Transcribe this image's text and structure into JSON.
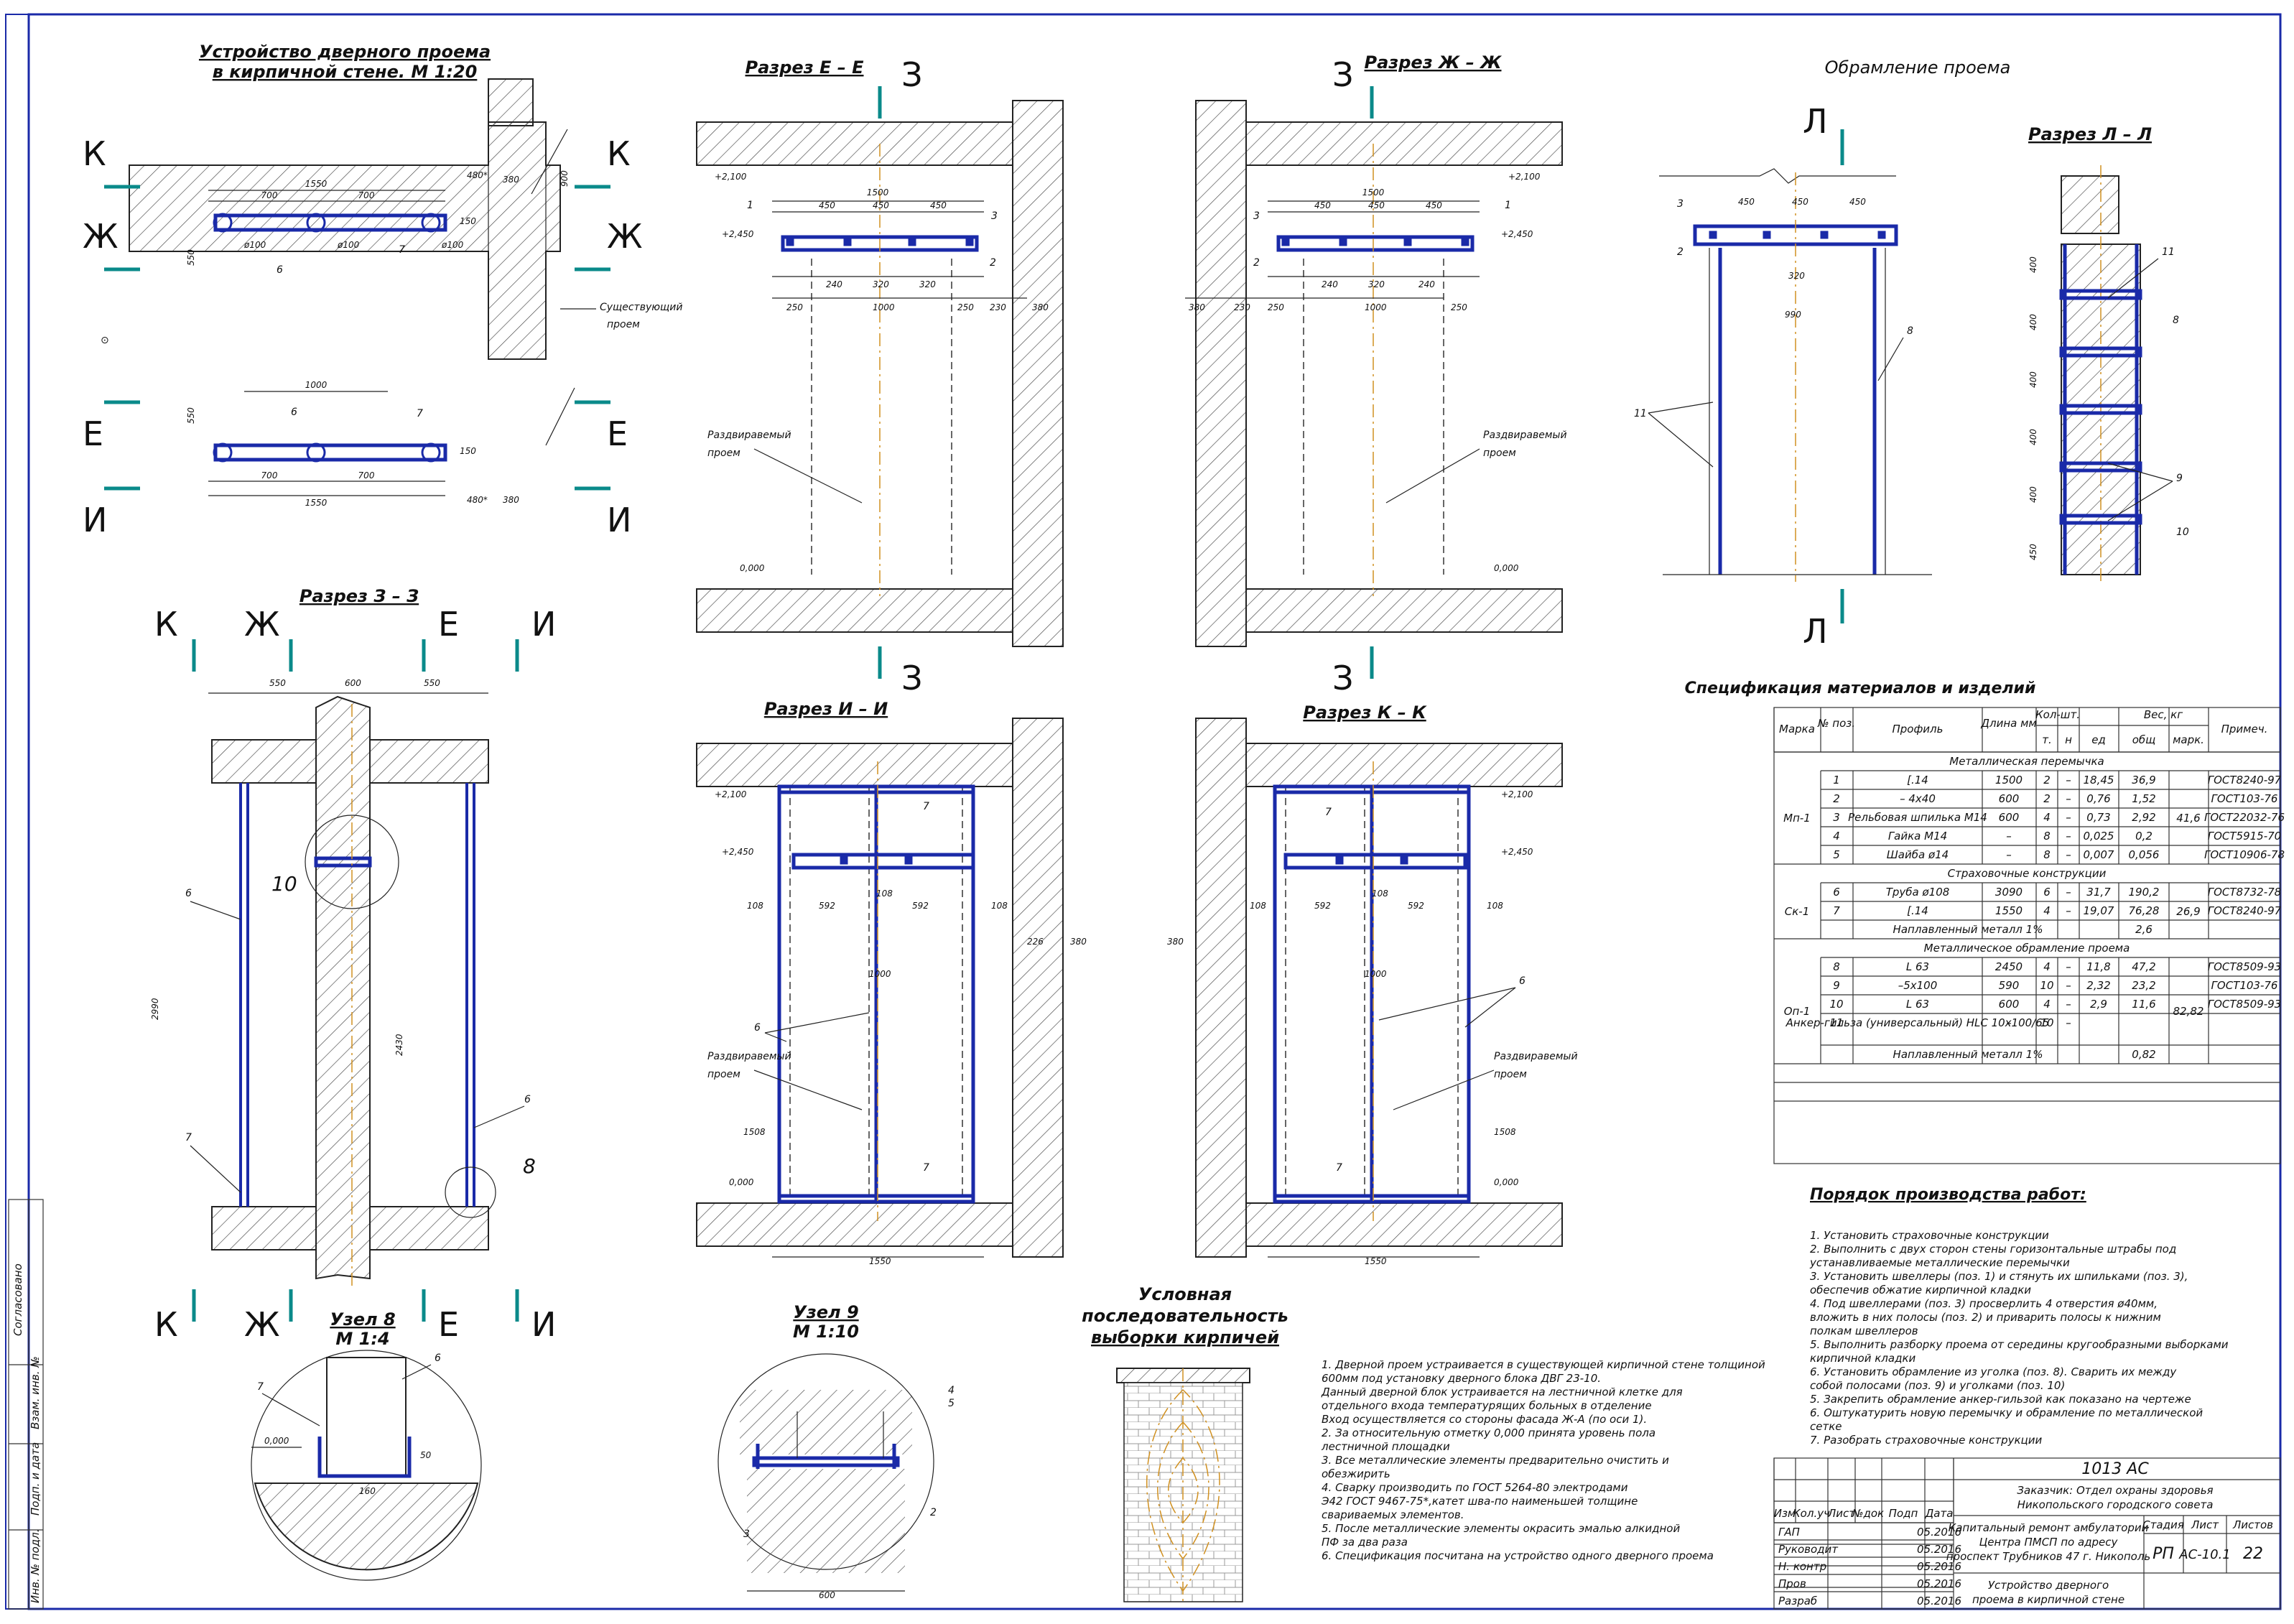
{
  "titles": {
    "door_device": "Устройство дверного проема",
    "door_device_2": "в кирпичной стене. М 1:20",
    "sec_ee": "Разрез Е – Е",
    "sec_zhzh": "Разрез Ж – Ж",
    "framing": "Обрамление проема",
    "sec_ll": "Разрез Л – Л",
    "sec_33": "Разрез З – З",
    "sec_ii": "Разрез И – И",
    "sec_kk": "Разрез К – К",
    "node8": "Узел 8",
    "node8_scale": "М 1:4",
    "node9": "Узел 9",
    "node9_scale": "М 1:10",
    "sequence_1": "Условная",
    "sequence_2": "последовательность",
    "sequence_3": "выборки кирпичей",
    "spec": "Спецификация материалов и изделий",
    "order": "Порядок производства работ:"
  },
  "labels": {
    "existing": "Существующий",
    "existing_2": "проем",
    "widened": "Раздвиравемый",
    "widened_2": "проем",
    "cut_3": "З",
    "cut_L": "Л",
    "cut_K": "К",
    "cut_Zh": "Ж",
    "cut_E": "Е",
    "cut_I": "И",
    "lvl_0": "0,000",
    "lvl_2450": "+2,450",
    "lvl_2100": "+2,100"
  },
  "dims": {
    "d1550": "1550",
    "d700": "700",
    "d1000": "1000",
    "d480": "480*",
    "d380": "380",
    "d900": "900",
    "d550": "550",
    "d600": "600",
    "d1500": "1500",
    "d450": "450",
    "d240": "240",
    "d320": "320",
    "d250": "250",
    "d230": "230",
    "d990": "990",
    "d400": "400",
    "d2990": "2990",
    "d2430": "2430",
    "d592": "592",
    "d108": "108",
    "d226": "226",
    "d1508": "1508",
    "d100": "ø100",
    "d150": "150"
  },
  "spec_table": {
    "headers": [
      "Марка",
      "№ поз.",
      "Профиль",
      "Длина мм",
      "Кол-шт.",
      "т.",
      "н",
      "ед",
      "общ",
      "марк.",
      "Вес, кг",
      "Примеч."
    ],
    "groups": [
      {
        "title": "Металлическая перемычка",
        "mark": "Мп-1",
        "total": "41,6",
        "rows": [
          [
            "1",
            "[.14",
            "1500",
            "2",
            "–",
            "18,45",
            "36,9",
            "ГОСТ8240-97"
          ],
          [
            "2",
            "– 4х40",
            "600",
            "2",
            "–",
            "0,76",
            "1,52",
            "ГОСТ103-76"
          ],
          [
            "3",
            "Рельбовая шпилька М14",
            "600",
            "4",
            "–",
            "0,73",
            "2,92",
            "ГОСТ22032-76"
          ],
          [
            "4",
            "Гайка М14",
            "–",
            "8",
            "–",
            "0,025",
            "0,2",
            "ГОСТ5915-70"
          ],
          [
            "5",
            "Шайба ø14",
            "–",
            "8",
            "–",
            "0,007",
            "0,056",
            "ГОСТ10906-78"
          ]
        ]
      },
      {
        "title": "Страховочные конструкции",
        "mark": "Ск-1",
        "total": "26,9",
        "rows": [
          [
            "6",
            "Труба ø108",
            "3090",
            "6",
            "–",
            "31,7",
            "190,2",
            "ГОСТ8732-78"
          ],
          [
            "7",
            "[.14",
            "1550",
            "4",
            "–",
            "19,07",
            "76,28",
            "ГОСТ8240-97"
          ]
        ],
        "weld": "Наплавленный металл 1%",
        "weld_val": "2,6"
      },
      {
        "title": "Металлическое обрамление проема",
        "mark": "Оп-1",
        "total": "82,82",
        "rows": [
          [
            "8",
            "L 63",
            "2450",
            "4",
            "–",
            "11,8",
            "47,2",
            "ГОСТ8509-93"
          ],
          [
            "9",
            "–5х100",
            "590",
            "10",
            "–",
            "2,32",
            "23,2",
            "ГОСТ103-76"
          ],
          [
            "10",
            "L 63",
            "600",
            "4",
            "–",
            "2,9",
            "11,6",
            "ГОСТ8509-93"
          ],
          [
            "11",
            "Анкер-гильза (универсальный) HLC 10х100/65",
            "–",
            "10",
            "–",
            "",
            "",
            ""
          ]
        ],
        "weld": "Наплавленный металл 1%",
        "weld_val": "0,82"
      }
    ]
  },
  "order_items": [
    "1. Установить страховочные конструкции",
    "2. Выполнить с двух сторон стены горизонтальные штрабы под",
    "устанавливаемые металлические перемычки",
    "3. Установить швеллеры (поз. 1) и стянуть их шпильками (поз. 3),",
    "обеспечив обжатие кирпичной кладки",
    "4. Под швеллерами (поз. 3) просверлить 4 отверстия ø40мм,",
    "вложить в них полосы (поз. 2) и приварить полосы к нижним",
    "полкам швеллеров",
    "5. Выполнить разборку проема от середины кругообразными выборками",
    "кирпичной кладки",
    "6. Установить обрамление из уголка (поз. 8). Сварить их между",
    "собой полосами (поз. 9) и уголками (поз. 10)",
    "5. Закрепить обрамление анкер-гильзой как показано на чертеже",
    "6. Оштукатурить новую перемычку и обрамление по металлической",
    "сетке",
    "7. Разобрать страховочные конструкции"
  ],
  "notes": [
    "1. Дверной проем устраивается в существующей кирпичной стене толщиной",
    "600мм под установку дверного блока ДВГ 23-10.",
    "Данный дверной блок устраивается на лестничной клетке для",
    "отдельного входа температурящих больных в отделение",
    "Вход осуществляется со стороны фасада Ж-А (по оси 1).",
    "2. За относительную отметку 0,000 принята уровень пола",
    "лестничной площадки",
    "3. Все металлические элементы предварительно очистить и",
    "обезжирить",
    "4. Сварку производить по ГОСТ 5264-80 электродами",
    "Э42 ГОСТ 9467-75*,катет шва-по наименьшей толщине",
    "свариваемых элементов.",
    "5. После металлические элементы окрасить эмалью алкидной",
    "ПФ за два раза",
    "6. Спецификация посчитана на устройство одного дверного проема"
  ],
  "stamp": {
    "code": "1013 АС",
    "customer": "Заказчик: Отдел охраны здоровья",
    "customer_2": "Никопольского городского совета",
    "project": "Капитальный ремонт амбулатории",
    "project_2": "Центра ПМСП по адресу",
    "project_3": "проспект Трубников 47 г. Никополь",
    "sheet_title": "Устройство дверного",
    "sheet_title_2": "проема в кирпичной стене",
    "stage_h": "Стадия",
    "sheet_h": "Лист",
    "sheets_h": "Листов",
    "stage": "РП",
    "sheet": "АС-10.1",
    "sheets": "22",
    "cols": [
      "Изм",
      "Кол.уч",
      "Лист",
      "№док",
      "Подп",
      "Дата"
    ],
    "roles": [
      "ГАП",
      "Руководит",
      "Н. контр",
      "Пров",
      "Разраб"
    ],
    "date": "05.2016"
  },
  "sidebar": {
    "agreed": "Согласовано",
    "inv_zam": "Взам. инв. №",
    "podp_data": "Подп. и дата",
    "inv_podl": "Инв. № подл."
  }
}
